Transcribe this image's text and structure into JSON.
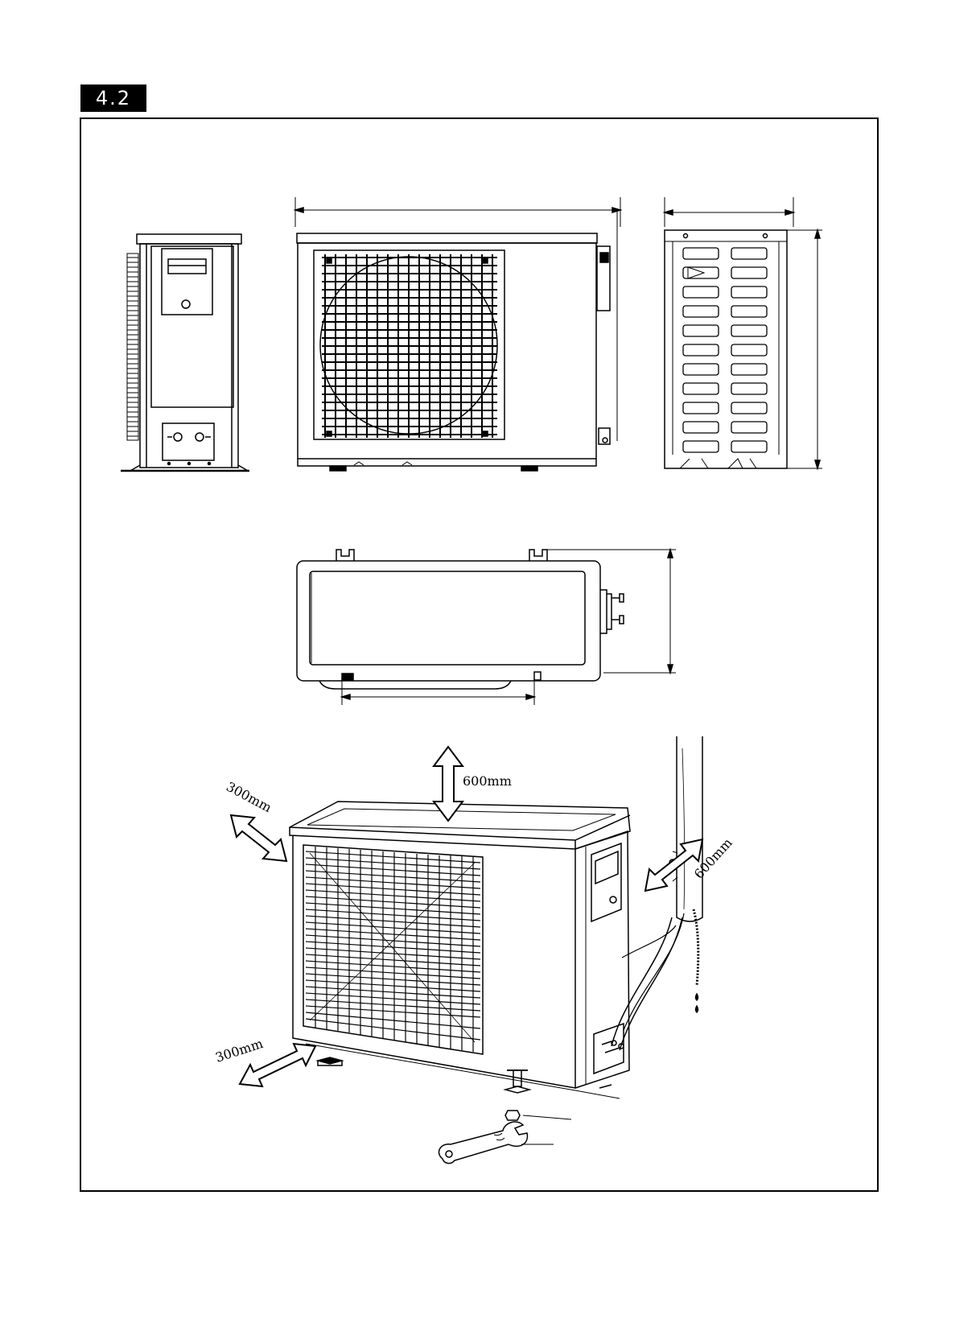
{
  "section": {
    "number": "4.2"
  },
  "clearances": {
    "top": "600mm",
    "back_upper": "300mm",
    "back_lower": "300mm",
    "side": "600mm"
  }
}
